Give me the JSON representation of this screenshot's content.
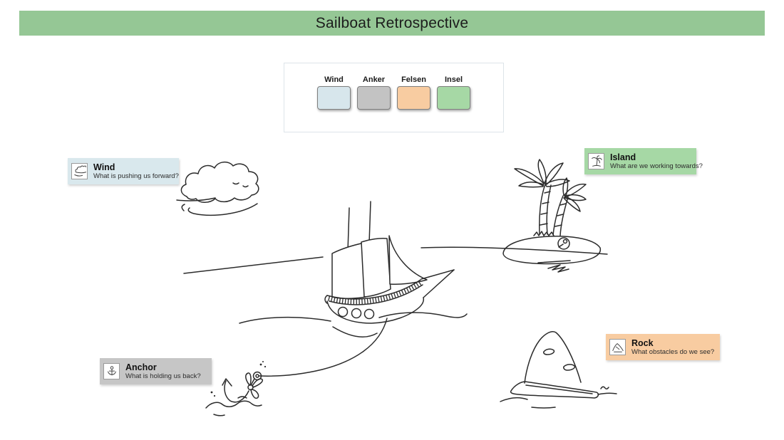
{
  "title_bar": {
    "title": "Sailboat Retrospective",
    "bg_color": "#95c795"
  },
  "legend": {
    "items": [
      {
        "label": "Wind",
        "color": "#d7e6ec"
      },
      {
        "label": "Anker",
        "color": "#c3c3c3"
      },
      {
        "label": "Felsen",
        "color": "#f8cca1"
      },
      {
        "label": "Insel",
        "color": "#a6d8a5"
      }
    ]
  },
  "cards": {
    "wind": {
      "title": "Wind",
      "subtitle": "What is pushing us forward?",
      "color": "#d9e8ed",
      "icon": "wind-doodle-icon"
    },
    "island": {
      "title": "Island",
      "subtitle": "What are we working towards?",
      "color": "#a6d8a5",
      "icon": "island-doodle-icon"
    },
    "anchor": {
      "title": "Anchor",
      "subtitle": "What is holding us back?",
      "color": "#c6c6c6",
      "icon": "anchor-doodle-icon"
    },
    "rock": {
      "title": "Rock",
      "subtitle": "What obstacles do we see?",
      "color": "#f8cca1",
      "icon": "rock-doodle-icon"
    }
  },
  "drawings": {
    "ink_color": "#2b2b2b",
    "elements": [
      "cloud",
      "sailboat",
      "horizon",
      "island-with-palms",
      "rock",
      "anchor-with-rope",
      "water-waves"
    ]
  }
}
